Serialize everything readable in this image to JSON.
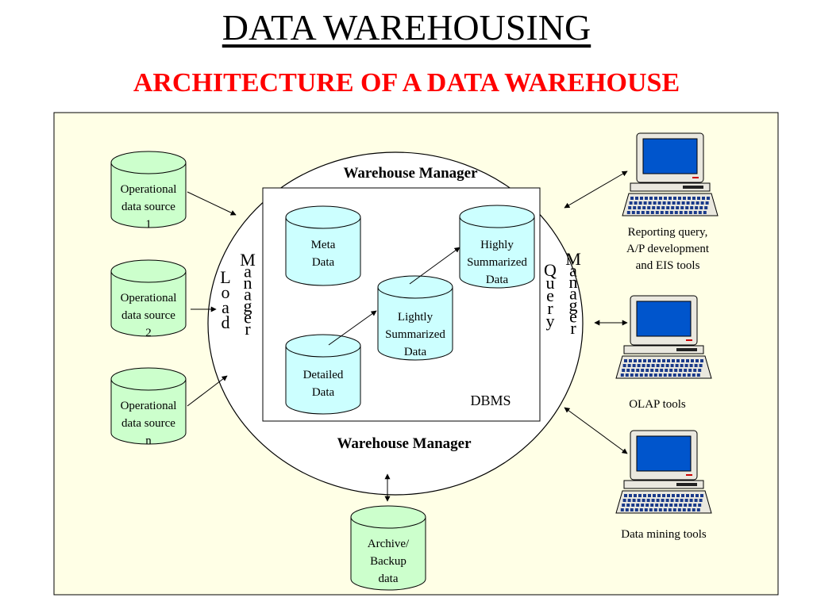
{
  "title": "DATA WAREHOUSING",
  "subtitle": "ARCHITECTURE OF A DATA WAREHOUSE",
  "colors": {
    "panel": "#ffffe6",
    "db_green": "#ccffcc",
    "db_cyan": "#ccffff",
    "title_red": "#ff0000",
    "screen_blue": "#0055cc",
    "computer_beige": "#eae8df"
  },
  "sources": [
    {
      "lines": [
        "Operational",
        "data source",
        "1"
      ]
    },
    {
      "lines": [
        "Operational",
        "data source",
        "2"
      ]
    },
    {
      "lines": [
        "Operational",
        "data source",
        "n"
      ]
    }
  ],
  "warehouse_manager_top": "Warehouse Manager",
  "warehouse_manager_bottom": "Warehouse Manager",
  "load_manager": {
    "word1": "Load",
    "word2": "Manager"
  },
  "query_manager": {
    "word1": "Query",
    "word2": "Manager"
  },
  "dbms_label": "DBMS",
  "stores": {
    "meta": [
      "Meta",
      "Data"
    ],
    "detailed": [
      "Detailed",
      "Data"
    ],
    "lightly": [
      "Lightly",
      "Summarized",
      "Data"
    ],
    "highly": [
      "Highly",
      "Summarized",
      "Data"
    ]
  },
  "archive": [
    "Archive/",
    "Backup",
    "data"
  ],
  "tools": [
    {
      "lines": [
        "Reporting query,",
        "A/P development",
        "and EIS tools"
      ],
      "icon": "computer-icon"
    },
    {
      "lines": [
        "OLAP tools"
      ],
      "icon": "computer-icon"
    },
    {
      "lines": [
        "Data mining tools"
      ],
      "icon": "computer-icon"
    }
  ]
}
